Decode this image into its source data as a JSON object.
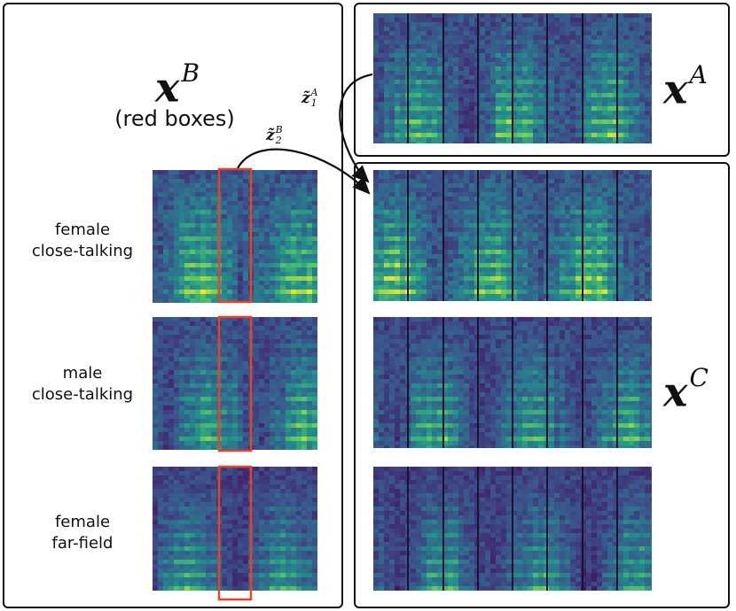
{
  "labels": {
    "xB_base": "x",
    "xB_sup": "B",
    "xB_caption": "(red boxes)",
    "xA_base": "x",
    "xA_sup": "A",
    "xC_base": "x",
    "xC_sup": "C",
    "z1_base": "z̃",
    "z1_sup": "A",
    "z1_sub": "1",
    "z2_base": "z̃",
    "z2_sup": "B",
    "z2_sub": "2"
  },
  "rows": [
    {
      "line1": "female",
      "line2": "close-talking"
    },
    {
      "line1": "male",
      "line2": "close-talking"
    },
    {
      "line1": "female",
      "line2": "far-field"
    }
  ],
  "colors": {
    "highlight_box": "#e8432a",
    "spectrogram_low": "#3b0f55",
    "spectrogram_mid": "#21918c",
    "spectrogram_high": "#fde725",
    "segment_divider": "#1b1330"
  }
}
